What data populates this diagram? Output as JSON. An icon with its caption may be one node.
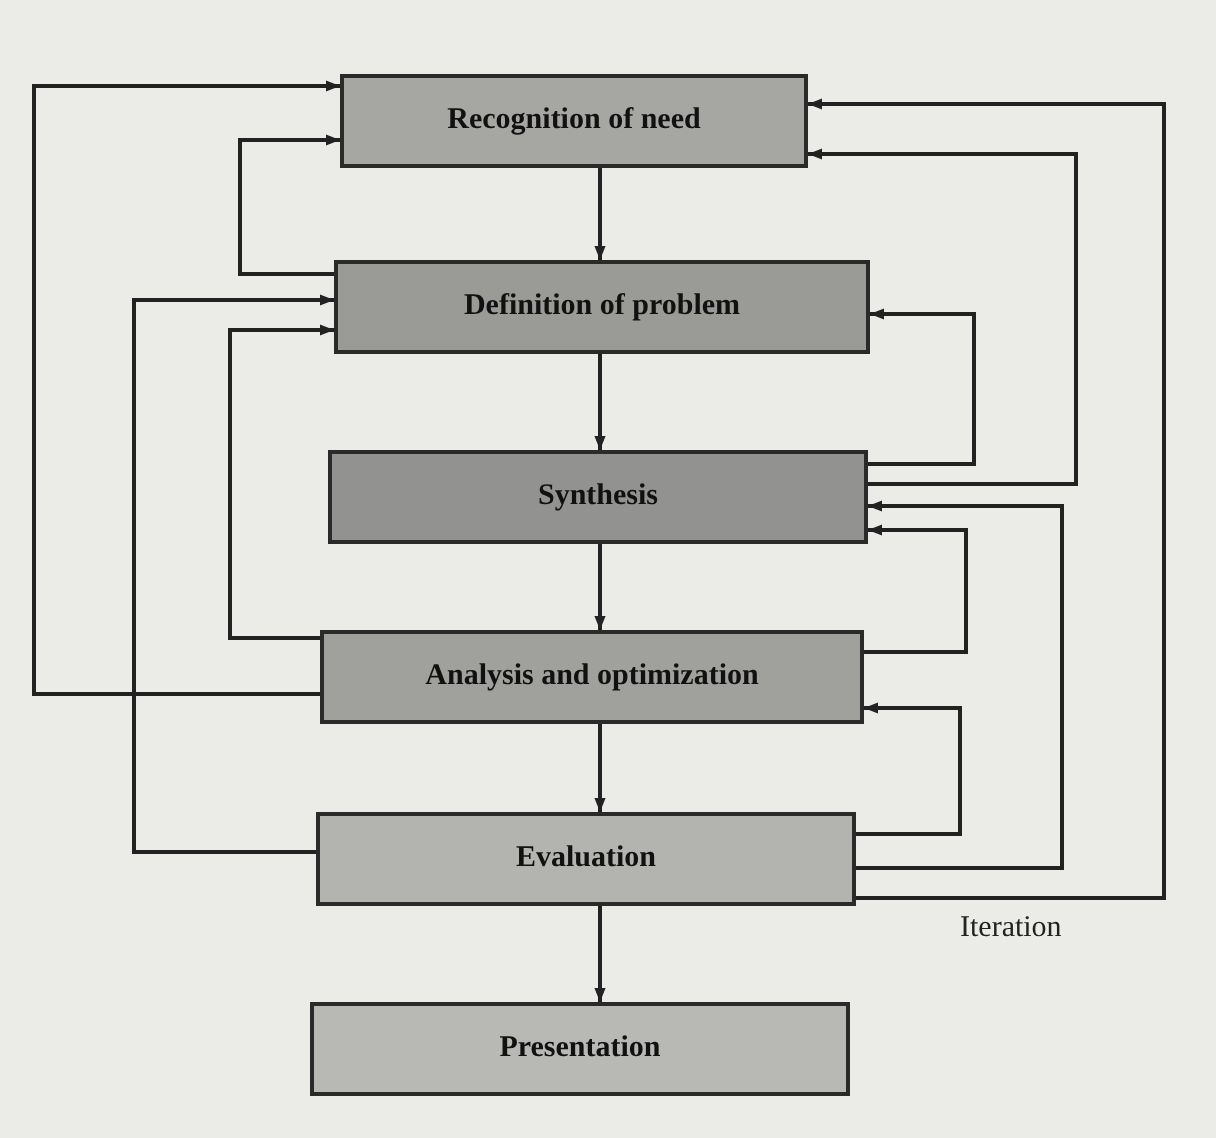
{
  "diagram": {
    "nodes": [
      {
        "text": [
          "Recognition of need"
        ]
      },
      {
        "text": [
          "Definition of problem"
        ]
      },
      {
        "text": [
          "Synthesis"
        ]
      },
      {
        "text": [
          "Analysis and optimization"
        ]
      },
      {
        "text": [
          "Evaluation"
        ]
      },
      {
        "text": [
          "Presentation"
        ]
      }
    ],
    "edges": [
      {
        "from": 0,
        "to": 1,
        "arrow": "to"
      },
      {
        "from": 1,
        "to": 2,
        "arrow": "to"
      },
      {
        "from": 2,
        "to": 3,
        "arrow": "to"
      },
      {
        "from": 3,
        "to": 4,
        "arrow": "to"
      },
      {
        "from": 4,
        "to": 5,
        "arrow": "to"
      },
      {
        "from": 1,
        "to": 0,
        "arrow": "to"
      },
      {
        "from": 3,
        "to": 0,
        "arrow": "to"
      },
      {
        "from": 4,
        "to": 1,
        "arrow": "to"
      },
      {
        "from": 3,
        "to": 1,
        "arrow": "to"
      },
      {
        "from": 2,
        "to": 1,
        "arrow": "to"
      },
      {
        "from": 2,
        "to": 0,
        "arrow": "to"
      },
      {
        "from": 3,
        "to": 2,
        "arrow": "to"
      },
      {
        "from": 4,
        "to": 3,
        "arrow": "to"
      },
      {
        "from": 4,
        "to": 2,
        "arrow": "to"
      },
      {
        "from": 4,
        "to": 0,
        "arrow": "to",
        "label": "Iteration"
      }
    ]
  }
}
